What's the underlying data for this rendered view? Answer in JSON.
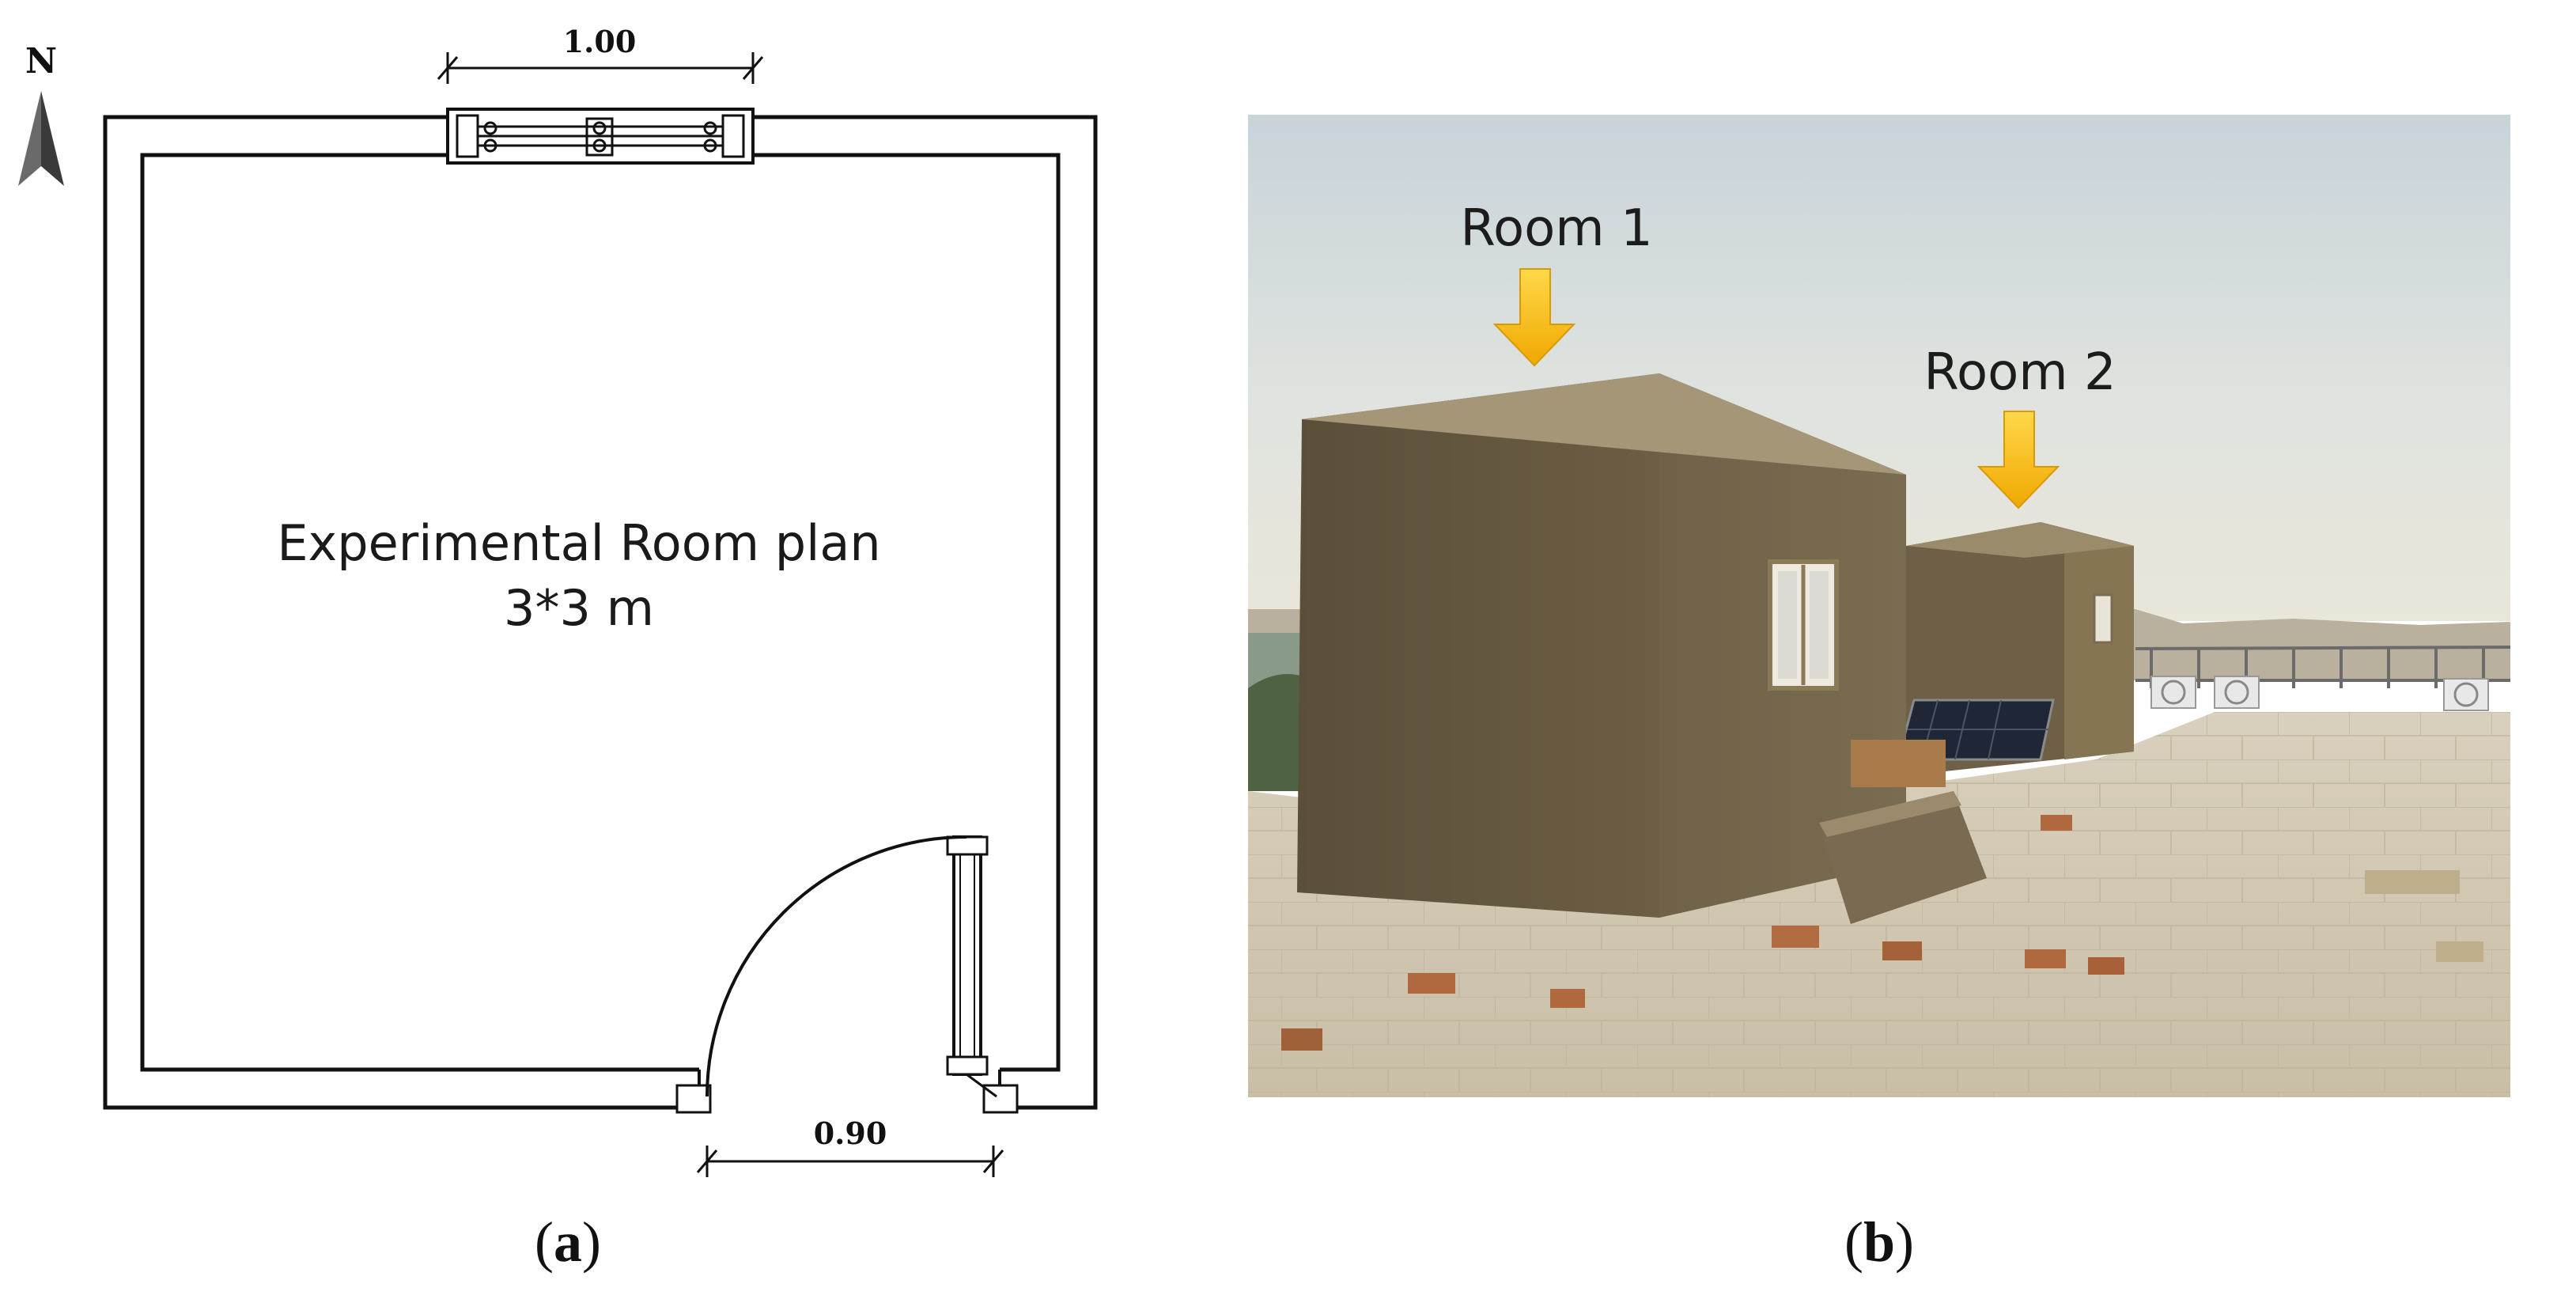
{
  "panel_a": {
    "north_label": "N",
    "plan_title": "Experimental Room plan",
    "plan_size": "3*3 m",
    "window_dimension": "1.00",
    "door_dimension": "0.90"
  },
  "panel_b": {
    "room1_label": "Room 1",
    "room2_label": "Room 2",
    "arrow_color": "#f5b800"
  },
  "captions": {
    "a_open": "(",
    "a_letter": "a",
    "a_close": ")",
    "b_open": "(",
    "b_letter": "b",
    "b_close": ")"
  }
}
